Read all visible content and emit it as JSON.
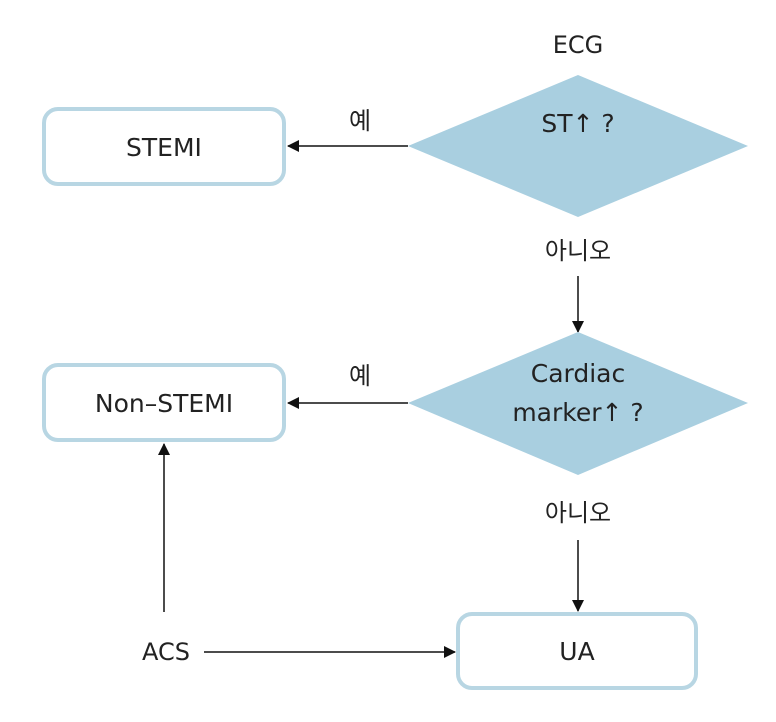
{
  "colors": {
    "box_border": "#b8d6e3",
    "decision_fill": "#a9cfe0",
    "line": "#111111",
    "text": "#222222",
    "background": "#ffffff"
  },
  "diagram": {
    "ecg_label": "ECG",
    "decision1": {
      "text": "ST↑ ?"
    },
    "decision2": {
      "line1": "Cardiac",
      "line2": "marker↑ ?"
    },
    "yes_label_1": "예",
    "yes_label_2": "예",
    "no_label_1": "아니오",
    "no_label_2": "아니오",
    "box_stemi": "STEMI",
    "box_nstemi": "Non–STEMI",
    "box_ua": "UA",
    "acs_label": "ACS"
  }
}
